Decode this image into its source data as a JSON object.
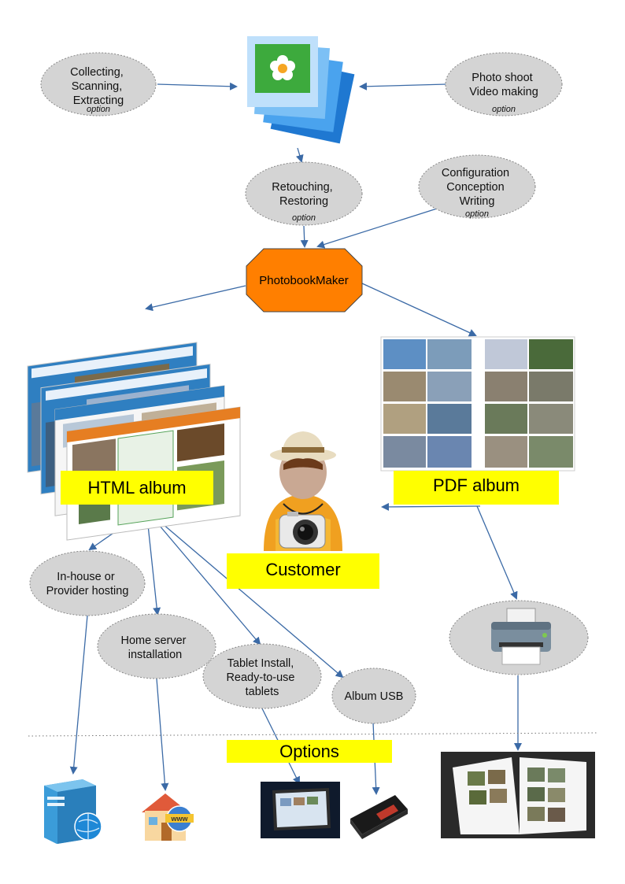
{
  "nodes": {
    "collecting": {
      "lines": [
        "Collecting,",
        "Scanning,",
        "Extracting"
      ],
      "option": "option"
    },
    "photoshoot": {
      "lines": [
        "Photo shoot",
        "Video making"
      ],
      "option": "option"
    },
    "retouching": {
      "lines": [
        "Retouching,",
        "Restoring"
      ],
      "option": "option"
    },
    "configuration": {
      "lines": [
        "Configuration",
        "Conception",
        "Writing"
      ],
      "option": "option"
    },
    "photobookmaker": {
      "label": "PhotobookMaker"
    },
    "html_album": {
      "label": "HTML album"
    },
    "pdf_album": {
      "label": "PDF album"
    },
    "customer": {
      "label": "Customer"
    },
    "inhouse": {
      "lines": [
        "In-house or",
        "Provider hosting"
      ]
    },
    "homeserver": {
      "lines": [
        "Home server",
        "installation"
      ]
    },
    "tablet": {
      "lines": [
        "Tablet Install,",
        "Ready-to-use",
        "tablets"
      ]
    },
    "usb": {
      "lines": [
        "Album USB"
      ]
    },
    "options": {
      "label": "Options"
    }
  },
  "colors": {
    "ellipse_fill": "#d4d4d4",
    "arrow": "#3b6aa6",
    "yellow": "#ffff00",
    "maker_fill": "#ff7f00"
  },
  "icons": {
    "photos": "photo-stack-icon",
    "printer": "printer-icon",
    "server": "server-icon",
    "home": "home-www-icon",
    "customer": "tourist-camera-icon"
  }
}
